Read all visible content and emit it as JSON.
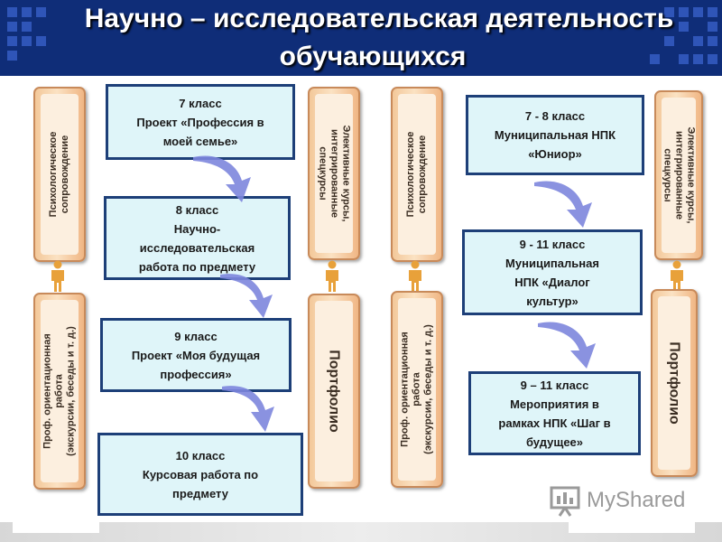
{
  "header": {
    "title_line1": "Научно – исследовательская деятельность",
    "title_line2": "обучающихся"
  },
  "left": {
    "side_top": "Психологическое\nсопровождение",
    "side_bottom": "Проф. ориентационная\nработа\n(экскурсии, беседы и т. д.)",
    "right_top": "Элективные курсы,\nинтегрированные\nспецкурсы",
    "right_bottom": "Портфолио",
    "boxes": [
      "7 класс\nПроект «Профессия в\nмоей семье»",
      "8 класс\nНаучно-\nисследовательская\nработа по предмету",
      "9 класс\nПроект «Моя будущая\nпрофессия»",
      "10 класс\nКурсовая работа по\nпредмету"
    ]
  },
  "right": {
    "side_top": "Психологическое\nсопровождение",
    "side_bottom": "Проф. ориентационная\nработа\n(экскурсии, беседы и т. д.)",
    "right_top": "Элективные курсы,\nинтегрированные\nспецкурсы",
    "right_bottom": "Портфолио",
    "boxes": [
      "7 - 8 класс\nМуниципальная НПК\n«Юниор»",
      "9 - 11 класс\nМуниципальная\nНПК «Диалог\nкультур»",
      "9 – 11 класс\nМероприятия в\nрамках НПК «Шаг в\nбудущее»"
    ]
  },
  "watermark": {
    "text": "MyShared"
  },
  "colors": {
    "header": "#0f2d78",
    "box_border": "#1d3f78",
    "box_fill": "#dff5f9",
    "bar_fill": "#fbe2c3",
    "arrow": "#7d86dd"
  }
}
